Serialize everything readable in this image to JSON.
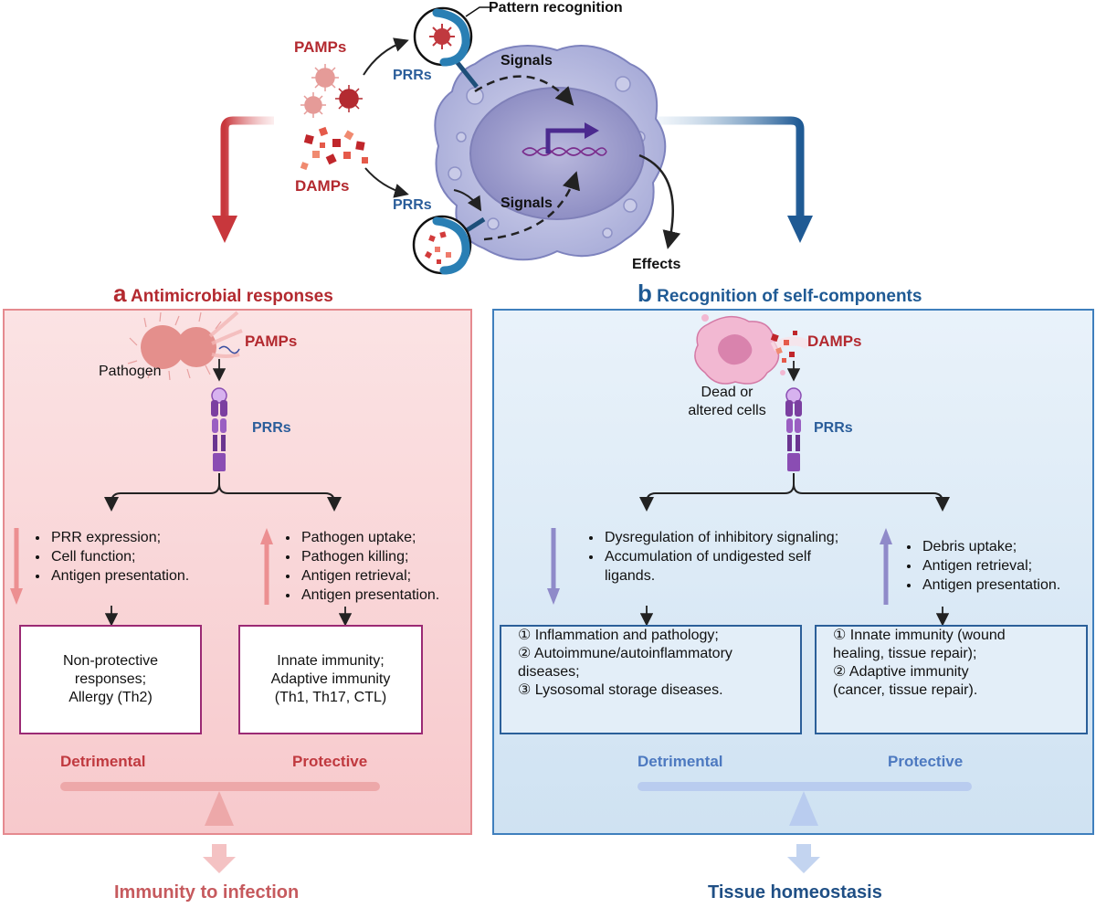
{
  "top": {
    "pattern_recognition": "Pattern recognition",
    "pamps": "PAMPs",
    "damps": "DAMPs",
    "prrs_top": "PRRs",
    "prrs_bottom": "PRRs",
    "signals_top": "Signals",
    "signals_bottom": "Signals",
    "effects": "Effects"
  },
  "panel_a": {
    "letter": "a",
    "title": "Antimicrobial responses",
    "pathogen": "Pathogen",
    "pamps": "PAMPs",
    "prrs": "PRRs",
    "left_list": [
      "PRR expression;",
      "Cell function;",
      "Antigen presentation."
    ],
    "right_list": [
      "Pathogen uptake;",
      "Pathogen killing;",
      "Antigen retrieval;",
      "Antigen presentation."
    ],
    "left_box": [
      "Non-protective",
      "responses;",
      "Allergy (Th2)"
    ],
    "right_box": [
      "Innate immunity;",
      "Adaptive immunity",
      "(Th1, Th17, CTL)"
    ],
    "detrimental": "Detrimental",
    "protective": "Protective",
    "outcome": "Immunity to infection"
  },
  "panel_b": {
    "letter": "b",
    "title": "Recognition of self-components",
    "damps": "DAMPs",
    "dead_cells": [
      "Dead or",
      "altered cells"
    ],
    "prrs": "PRRs",
    "left_list": [
      "Dysregulation of inhibitory signaling;",
      "Accumulation of undigested self ligands."
    ],
    "right_list": [
      "Debris uptake;",
      "Antigen retrieval;",
      "Antigen presentation."
    ],
    "left_box": [
      "① Inflammation and pathology;",
      "② Autoimmune/autoinflammatory",
      "    diseases;",
      "③ Lysosomal storage diseases."
    ],
    "right_box": [
      "① Innate immunity (wound",
      "    healing, tissue repair);",
      "② Adaptive immunity",
      "    (cancer, tissue repair)."
    ],
    "detrimental": "Detrimental",
    "protective": "Protective",
    "outcome": "Tissue homeostasis"
  },
  "colors": {
    "red": "#b3292f",
    "blue": "#2a5d9a",
    "purple": "#7b3fa0"
  }
}
